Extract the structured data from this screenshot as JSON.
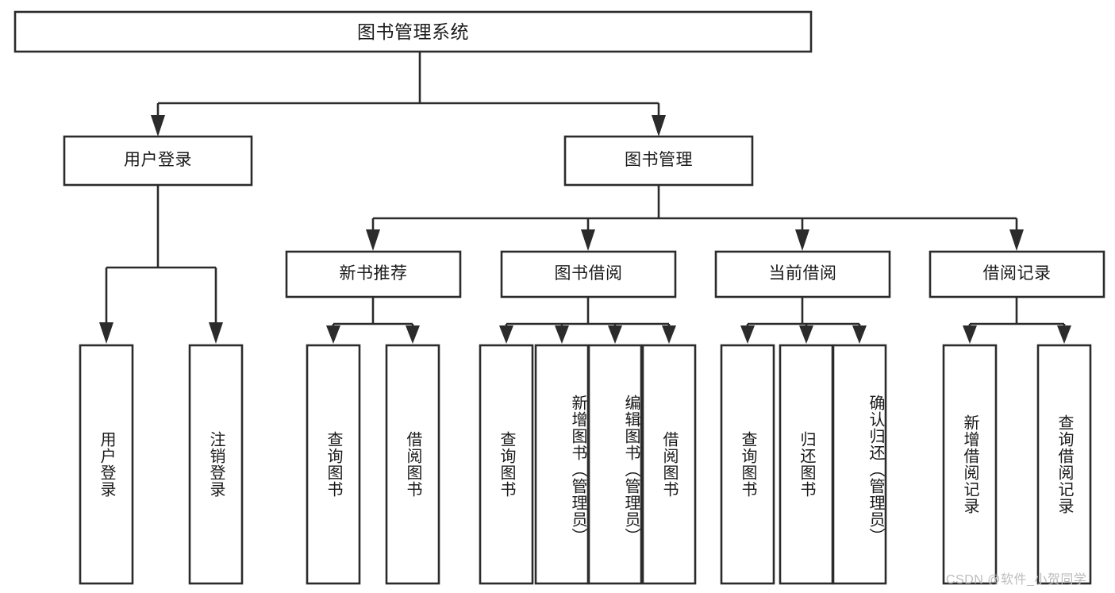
{
  "diagram": {
    "title": "图书管理系统",
    "type": "tree-hierarchy",
    "orientation": "top-down",
    "levels": 3
  },
  "root": {
    "label": "图书管理系统"
  },
  "level2": [
    {
      "id": "user-login",
      "label": "用户登录"
    },
    {
      "id": "book-manage",
      "label": "图书管理"
    }
  ],
  "level3": [
    {
      "id": "new-book-recommend",
      "label": "新书推荐",
      "parent": "book-manage"
    },
    {
      "id": "book-borrow",
      "label": "图书借阅",
      "parent": "book-manage"
    },
    {
      "id": "current-borrow",
      "label": "当前借阅",
      "parent": "book-manage"
    },
    {
      "id": "borrow-record",
      "label": "借阅记录",
      "parent": "book-manage"
    }
  ],
  "leaves": {
    "user_login": [
      {
        "id": "leaf-user-login",
        "label": "用户登录"
      },
      {
        "id": "leaf-user-logout",
        "label": "注销登录"
      }
    ],
    "new_book_recommend": [
      {
        "id": "leaf-query-book-1",
        "label": "查询图书"
      },
      {
        "id": "leaf-borrow-book-1",
        "label": "借阅图书"
      }
    ],
    "book_borrow": [
      {
        "id": "leaf-query-book-2",
        "label": "查询图书"
      },
      {
        "id": "leaf-add-book",
        "label": "新增图书（管理员）"
      },
      {
        "id": "leaf-edit-book",
        "label": "编辑图书（管理员）"
      },
      {
        "id": "leaf-borrow-book-2",
        "label": "借阅图书"
      }
    ],
    "current_borrow": [
      {
        "id": "leaf-query-book-3",
        "label": "查询图书"
      },
      {
        "id": "leaf-return-book",
        "label": "归还图书"
      },
      {
        "id": "leaf-confirm-return",
        "label": "确认归还（管理员）"
      }
    ],
    "borrow_record": [
      {
        "id": "leaf-add-record",
        "label": "新增借阅记录"
      },
      {
        "id": "leaf-query-record",
        "label": "查询借阅记录"
      }
    ]
  },
  "colors": {
    "background": "#ffffff",
    "box_fill": "#ffffff",
    "stroke": "#2b2b2b",
    "text": "#1a1a1a",
    "watermark": "#bcbcbc"
  },
  "watermark": {
    "text": "CSDN @软件_小贺同学"
  }
}
